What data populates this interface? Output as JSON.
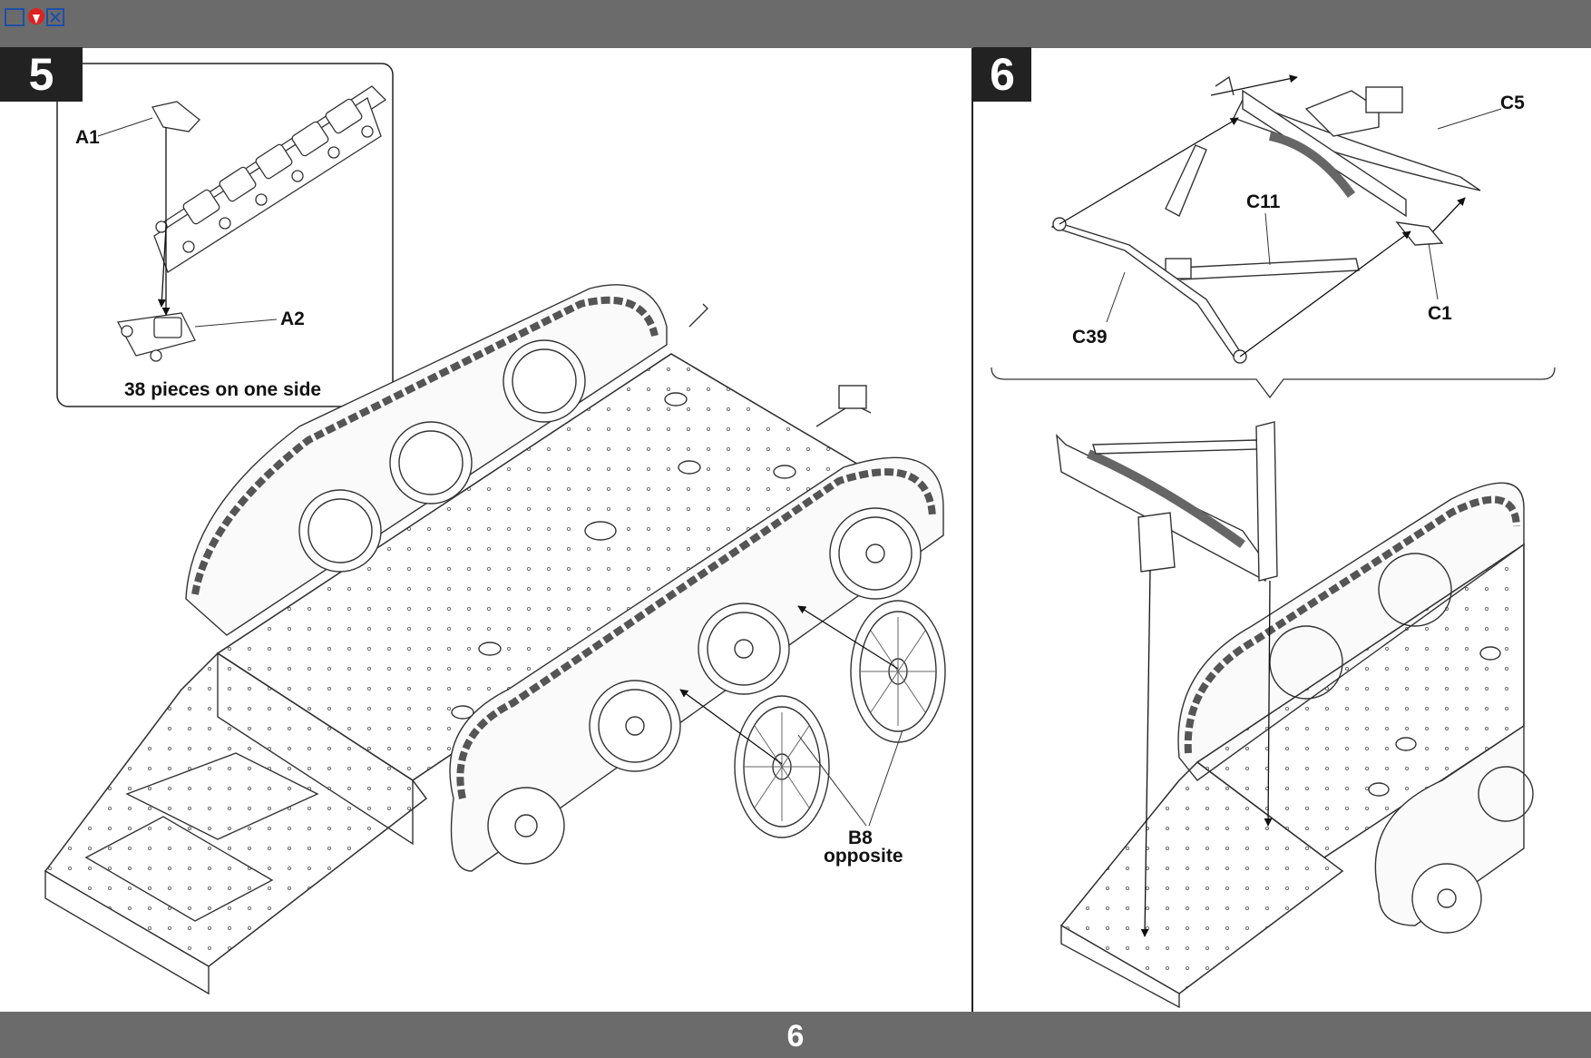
{
  "header": {
    "logo_icon": "gunsite-logo-icon"
  },
  "footer": {
    "page_number": "6"
  },
  "step5": {
    "number": "5",
    "inset": {
      "caption": "38 pieces on one side",
      "label_a1": "A1",
      "label_a2": "A2"
    },
    "label_b8_line1": "B8",
    "label_b8_line2": "opposite"
  },
  "step6": {
    "number": "6",
    "label_c5": "C5",
    "label_c11": "C11",
    "label_c1": "C1",
    "label_c39": "C39"
  }
}
